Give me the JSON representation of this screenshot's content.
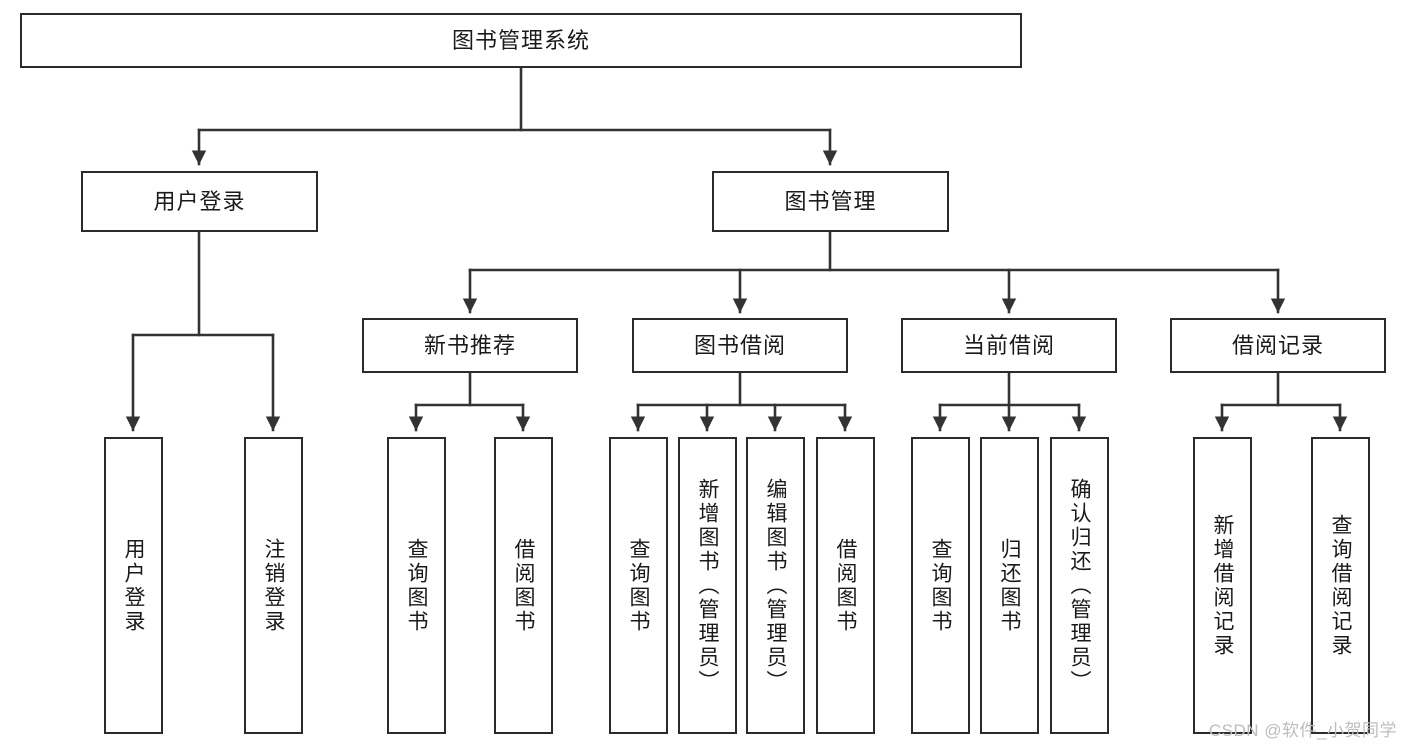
{
  "diagram": {
    "type": "tree-hierarchy",
    "title": "图书管理系统",
    "orientation": "top-down",
    "colors": {
      "box_border": "#2b2b2b",
      "box_fill": "#ffffff",
      "connector": "#333333",
      "text": "#1a1a1a",
      "watermark": "#bdbdbd",
      "background": "#ffffff"
    },
    "levels": {
      "root": {
        "label": "图书管理系统"
      },
      "level2": [
        {
          "label": "用户登录"
        },
        {
          "label": "图书管理"
        }
      ],
      "level3": [
        {
          "label": "新书推荐"
        },
        {
          "label": "图书借阅"
        },
        {
          "label": "当前借阅"
        },
        {
          "label": "借阅记录"
        }
      ],
      "leaves": {
        "user_login": [
          {
            "label": "用户登录"
          },
          {
            "label": "注销登录"
          }
        ],
        "new_book_recommend": [
          {
            "label": "查询图书"
          },
          {
            "label": "借阅图书"
          }
        ],
        "book_borrow": [
          {
            "label": "查询图书"
          },
          {
            "label": "新增图书（管理员）"
          },
          {
            "label": "编辑图书（管理员）"
          },
          {
            "label": "借阅图书"
          }
        ],
        "current_borrow": [
          {
            "label": "查询图书"
          },
          {
            "label": "归还图书"
          },
          {
            "label": "确认归还（管理员）"
          }
        ],
        "borrow_record": [
          {
            "label": "新增借阅记录"
          },
          {
            "label": "查询借阅记录"
          }
        ]
      }
    },
    "watermark": "CSDN @软件_小贺同学"
  }
}
